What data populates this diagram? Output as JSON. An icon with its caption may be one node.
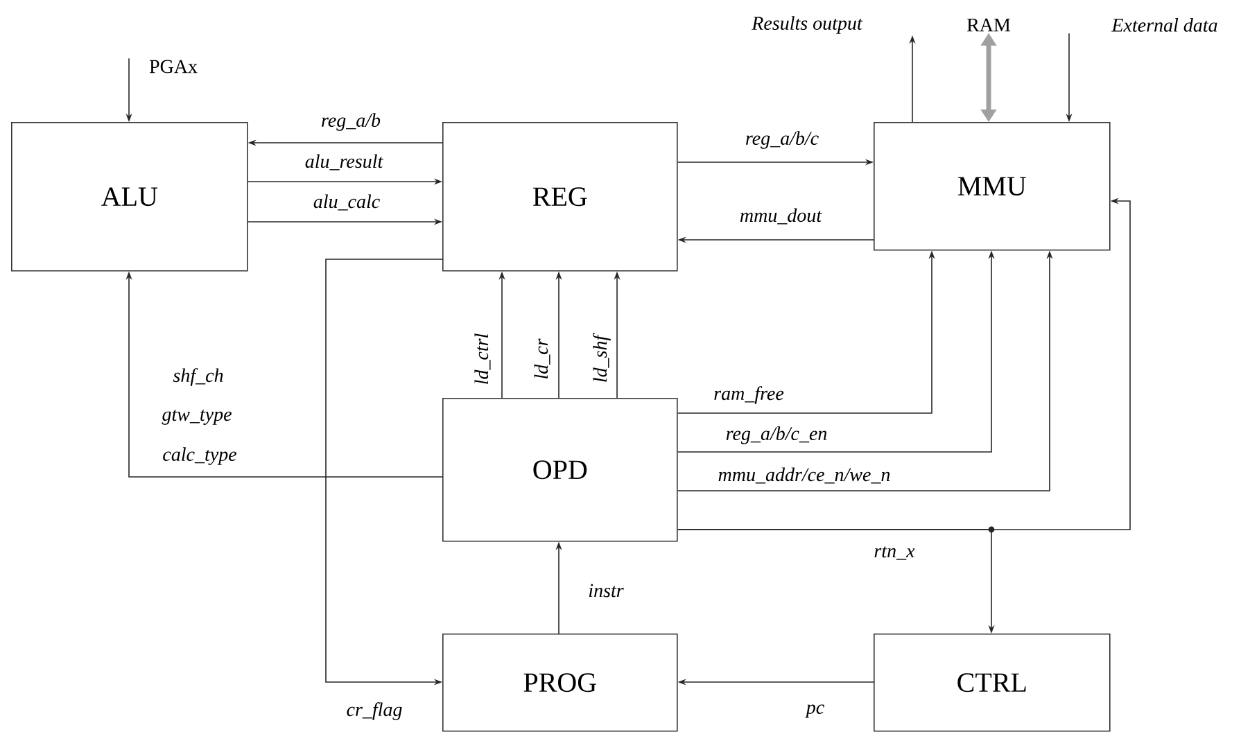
{
  "diagram": {
    "nodes": [
      {
        "text": [
          "ALU"
        ]
      },
      {
        "text": [
          "REG"
        ]
      },
      {
        "text": [
          "MMU"
        ]
      },
      {
        "text": [
          "OPD"
        ]
      },
      {
        "text": [
          "PROG"
        ]
      },
      {
        "text": [
          "CTRL"
        ]
      },
      {
        "text": [
          "PGAx"
        ]
      },
      {
        "text": [
          "Results output"
        ]
      },
      {
        "text": [
          "RAM"
        ]
      },
      {
        "text": [
          "External data"
        ]
      }
    ],
    "edges": [
      {
        "from": 6,
        "to": 0,
        "arrow": "to"
      },
      {
        "from": 1,
        "to": 0,
        "arrow": "to",
        "label": "reg_a/b"
      },
      {
        "from": 0,
        "to": 1,
        "arrow": "to",
        "label": "alu_result"
      },
      {
        "from": 0,
        "to": 1,
        "arrow": "to",
        "label": "alu_calc"
      },
      {
        "from": 1,
        "to": 2,
        "arrow": "to",
        "label": "reg_a/b/c"
      },
      {
        "from": 2,
        "to": 1,
        "arrow": "to",
        "label": "mmu_dout"
      },
      {
        "from": 3,
        "to": 1,
        "arrow": "to",
        "label": "ld_ctrl"
      },
      {
        "from": 3,
        "to": 1,
        "arrow": "to",
        "label": "ld_cr"
      },
      {
        "from": 3,
        "to": 1,
        "arrow": "to",
        "label": "ld_shf"
      },
      {
        "from": 3,
        "to": 0,
        "arrow": "to",
        "label": "calc_type"
      },
      {
        "from": 3,
        "to": 2,
        "arrow": "to",
        "label": "ram_free"
      },
      {
        "from": 3,
        "to": 2,
        "arrow": "to",
        "label": "reg_a/b/c_en"
      },
      {
        "from": 3,
        "to": 2,
        "arrow": "to",
        "label": "mmu_addr/ce_n/we_n"
      },
      {
        "from": 3,
        "to": 2,
        "arrow": "to"
      },
      {
        "from": 3,
        "to": 5,
        "arrow": "to",
        "label": "rtn_x"
      },
      {
        "from": 4,
        "to": 3,
        "arrow": "to",
        "label": "instr"
      },
      {
        "from": 5,
        "to": 4,
        "arrow": "to",
        "label": "pc"
      },
      {
        "from": 1,
        "to": 4,
        "arrow": "to",
        "label": "cr_flag"
      },
      {
        "from": 2,
        "to": 7,
        "arrow": "to"
      },
      {
        "from": 8,
        "to": 2,
        "arrow": "both",
        "style": "thick",
        "color": "#a0a0a0"
      },
      {
        "from": 9,
        "to": 2,
        "arrow": "to"
      }
    ],
    "labels": [
      "shf_ch",
      "gtw_type"
    ]
  }
}
